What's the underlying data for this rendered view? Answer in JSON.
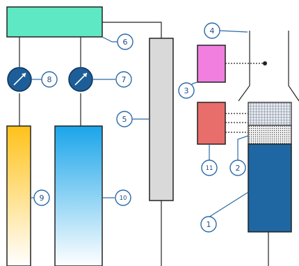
{
  "labels": {
    "l1": "1",
    "l2": "2",
    "l3": "3",
    "l4": "4",
    "l5": "5",
    "l6": "6",
    "l7": "7",
    "l8": "8",
    "l9": "9",
    "l10": "10",
    "l11": "11"
  },
  "colors": {
    "topbox": "#5ee8c4",
    "gauge": "#1d5e98",
    "gauge_stroke": "#0d3158",
    "column5": "#d9d9d9",
    "box3": "#f07fe0",
    "box11": "#e86e6b",
    "tank1": "#1f67a3",
    "tube9_top": "#ffc21a",
    "tube10_top": "#1aa5ea",
    "line": "#222222",
    "label_ring": "#2b69a8",
    "label_text": "#1e4f86"
  }
}
